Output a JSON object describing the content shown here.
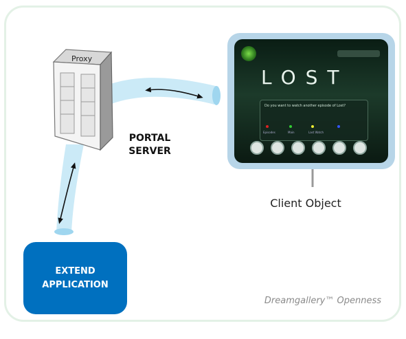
{
  "diagram": {
    "proxy_label": "Proxy",
    "portal_server_line1": "PORTAL",
    "portal_server_line2": "SERVER",
    "client_object_label": "Client Object",
    "extend_line1": "EXTEND",
    "extend_line2": "APPLICATION",
    "caption": "Dreamgallery™ Openness"
  },
  "screen": {
    "title": "LOST",
    "dialog_text": "Do you want to watch another episode of Lost?",
    "option_labels": [
      "Episodes",
      "Main",
      "Last Watch",
      ""
    ]
  },
  "colors": {
    "frame_border": "#e3f1e6",
    "pipe": "#b9e3f5",
    "extend_box": "#0070bf",
    "screen_outer": "#b7d5e8",
    "screen_bg": "#0d2418",
    "arrow_gray": "#999999"
  }
}
